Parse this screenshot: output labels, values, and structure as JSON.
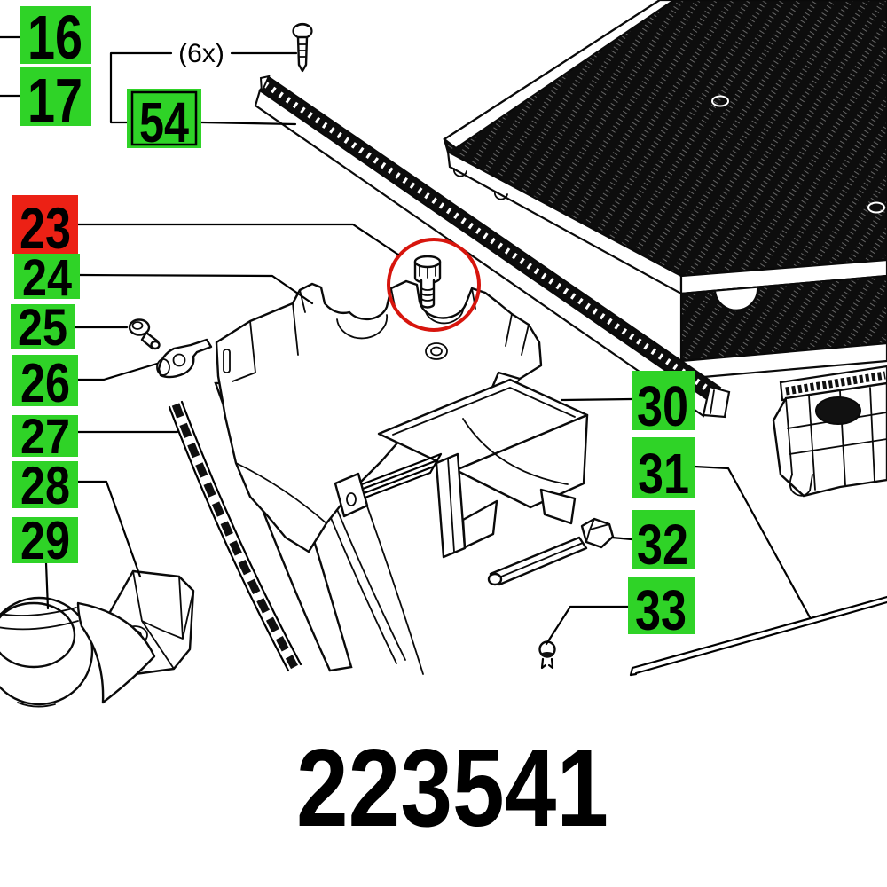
{
  "colors": {
    "green": "#2fd327",
    "red": "#ec2115",
    "circle_red": "#d7150d",
    "ink": "#000000"
  },
  "diagram": {
    "part_number": "223541",
    "quantity_note": "(6x)",
    "labels": {
      "16": {
        "text": "16",
        "color": "green"
      },
      "17": {
        "text": "17",
        "color": "green"
      },
      "54": {
        "text": "54",
        "color": "green"
      },
      "23": {
        "text": "23",
        "color": "red"
      },
      "24": {
        "text": "24",
        "color": "green"
      },
      "25": {
        "text": "25",
        "color": "green"
      },
      "26": {
        "text": "26",
        "color": "green"
      },
      "27": {
        "text": "27",
        "color": "green"
      },
      "28": {
        "text": "28",
        "color": "green"
      },
      "29": {
        "text": "29",
        "color": "green"
      },
      "30": {
        "text": "30",
        "color": "green"
      },
      "31": {
        "text": "31",
        "color": "green"
      },
      "32": {
        "text": "32",
        "color": "green"
      },
      "33": {
        "text": "33",
        "color": "green"
      }
    }
  }
}
